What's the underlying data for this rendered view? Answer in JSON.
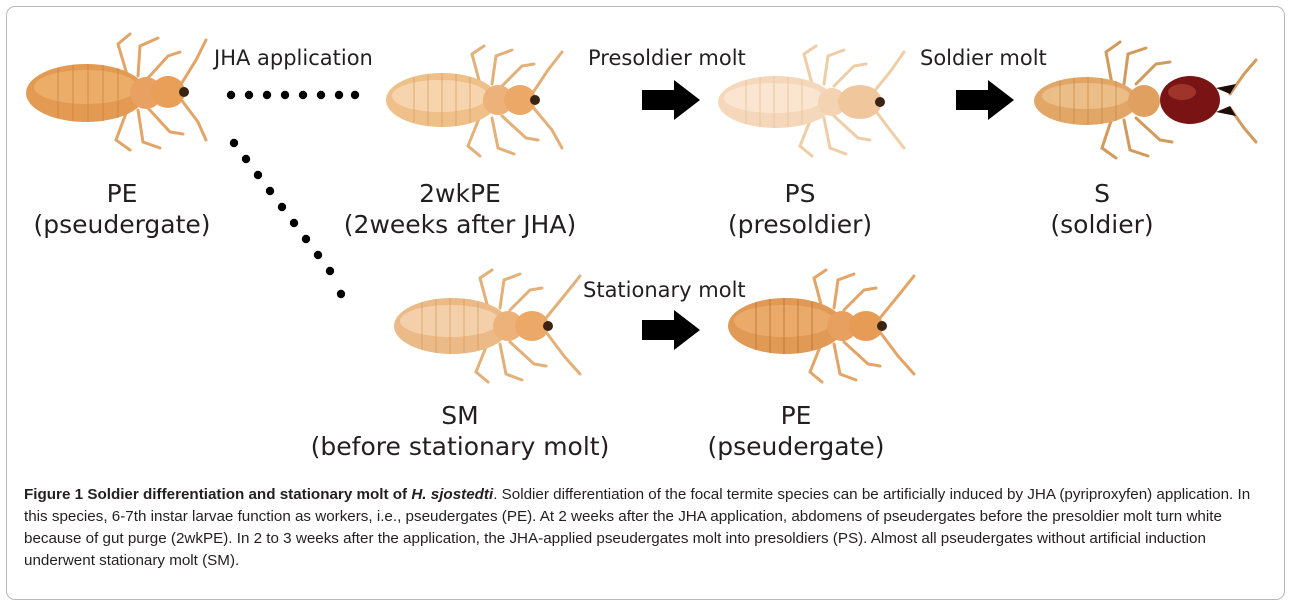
{
  "process_labels": {
    "jha": "JHA application",
    "presoldier": "Presoldier molt",
    "soldier": "Soldier molt",
    "stationary": "Stationary  molt"
  },
  "stages": [
    {
      "code": "PE",
      "name": "(pseudergate)"
    },
    {
      "code": "2wkPE",
      "name": "(2weeks after JHA)"
    },
    {
      "code": "PS",
      "name": "(presoldier)"
    },
    {
      "code": "S",
      "name": "(soldier)"
    },
    {
      "code": "SM",
      "name": "(before stationary molt)"
    },
    {
      "code": "PE",
      "name": "(pseudergate)"
    }
  ],
  "caption": {
    "figure_label": "Figure 1",
    "title_prefix": "Soldier differentiation and stationary molt of ",
    "species": "H. sjostedti",
    "body": ". Soldier differentiation of the focal termite species can be artificially induced by JHA (pyriproxyfen) application. In this species, 6-7th instar larvae function as workers, i.e., pseudergates (PE). At 2 weeks after the JHA application, abdomens of pseudergates before the presoldier molt turn white because of gut purge (2wkPE). In 2 to 3 weeks after the application, the JHA-applied pseudergates molt into presoldiers (PS). Almost all pseudergates without artificial induction underwent stationary molt (SM)."
  },
  "colors": {
    "pseudergate_body": "#e9a45e",
    "whitened_body": "#f2cfa5",
    "presoldier_body": "#f6dcc0",
    "soldier_head": "#7a1414",
    "arrow": "#000000"
  }
}
